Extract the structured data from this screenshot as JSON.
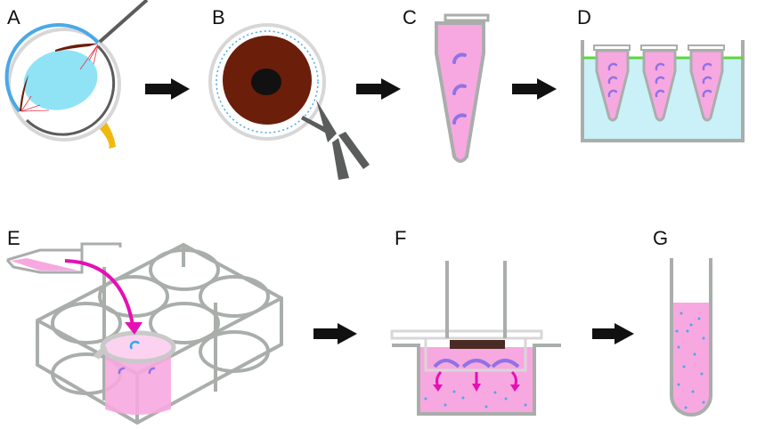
{
  "panels": [
    {
      "label": "A"
    },
    {
      "label": "B"
    },
    {
      "label": "C"
    },
    {
      "label": "D"
    },
    {
      "label": "E"
    },
    {
      "label": "F"
    },
    {
      "label": "G"
    }
  ],
  "colors": {
    "outline_gray": "#a9aeab",
    "dark_gray": "#5a5d5c",
    "pink_medium": "#f7a8e0",
    "magenta_arrow": "#e60fb4",
    "lens_blue": "#8fe3f5",
    "iris_brown": "#6b1e0a",
    "bath_blue": "#c9f1f7",
    "water_line_green": "#5ad73c",
    "arrow_black": "#111111"
  }
}
